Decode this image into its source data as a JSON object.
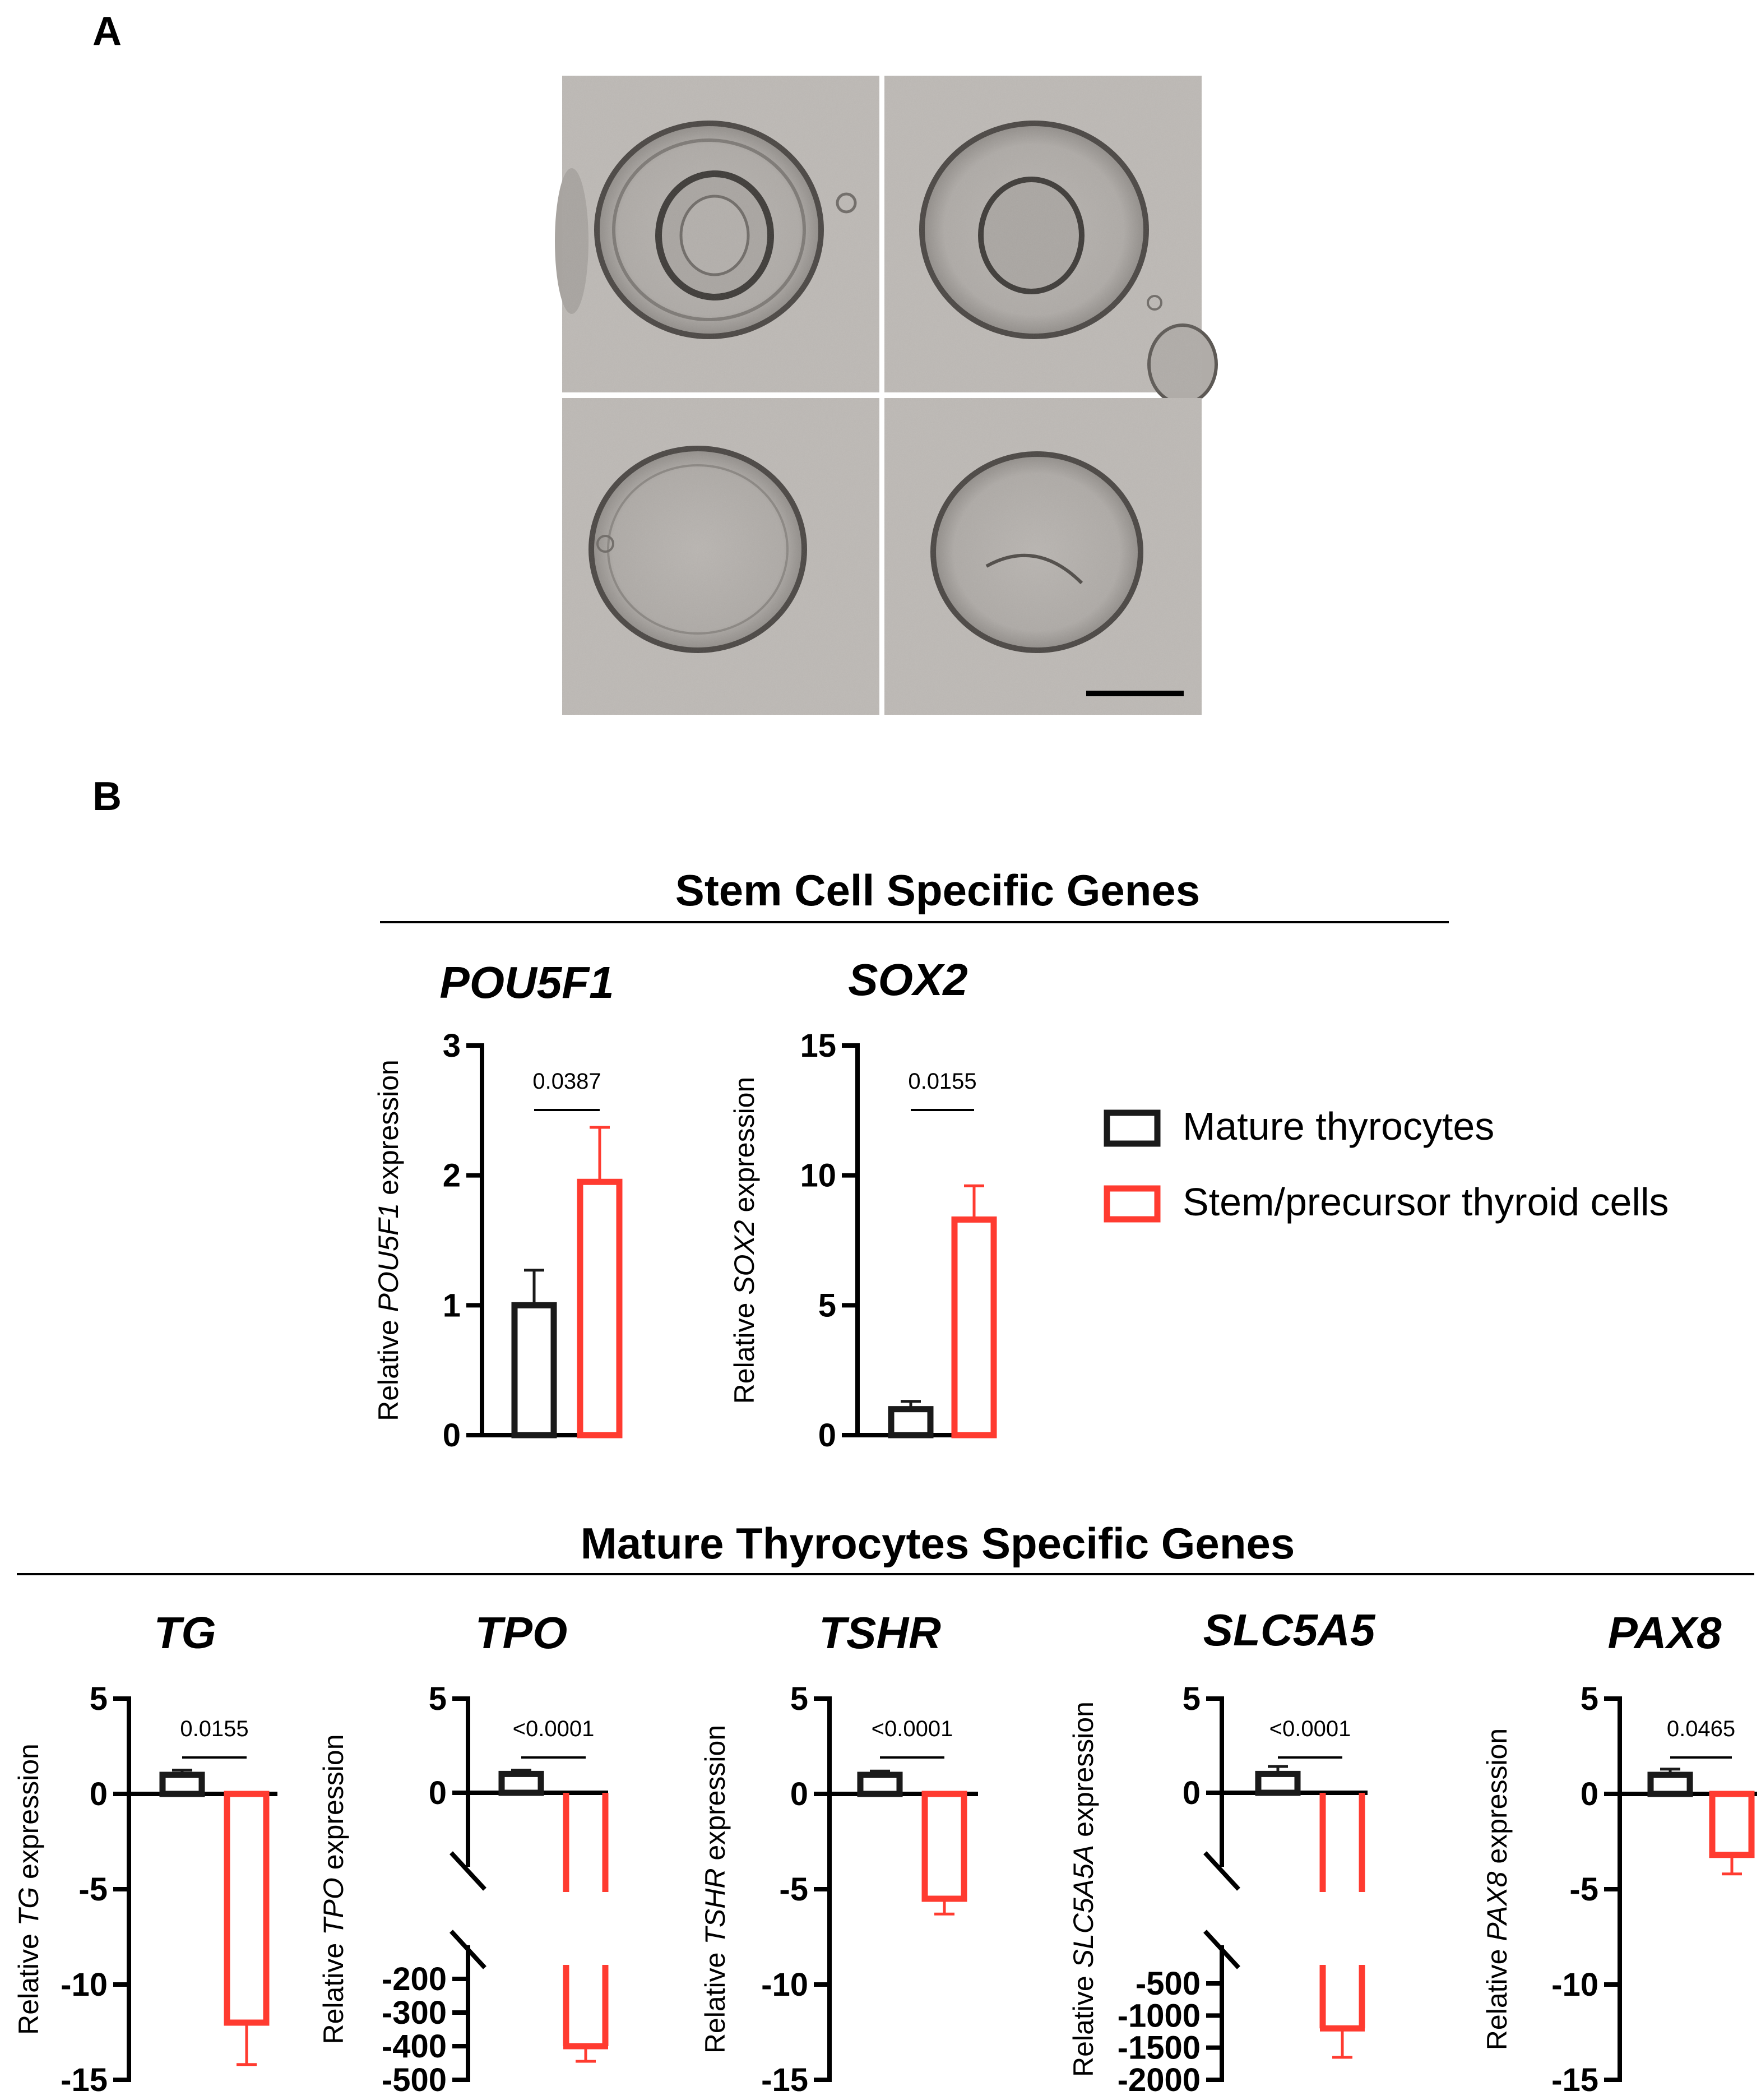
{
  "panel_a": {
    "label": "A",
    "micrographs": [
      "organoid-1",
      "organoid-2",
      "organoid-3",
      "organoid-4"
    ],
    "scale_bar": true
  },
  "panel_b": {
    "label": "B",
    "section_stem": "Stem Cell Specific Genes",
    "section_mature": "Mature Thyrocytes Specific Genes"
  },
  "legend": {
    "items": [
      {
        "label": "Mature thyrocytes",
        "color": "#1a1a1a"
      },
      {
        "label": "Stem/precursor thyroid cells",
        "color": "#ff3b30"
      }
    ]
  },
  "colors": {
    "mature": "#1a1a1a",
    "stem": "#ff3b30",
    "axis": "#000000"
  },
  "chart_data": [
    {
      "type": "bar",
      "title": "POU5F1",
      "ylabel_prefix": "Relative ",
      "ylabel_gene": "POU5F1",
      "ylabel_suffix": " expression",
      "series": [
        {
          "name": "Mature thyrocytes",
          "value": 1.0,
          "err": 0.27
        },
        {
          "name": "Stem/precursor thyroid cells",
          "value": 1.95,
          "err": 0.42
        }
      ],
      "ylim": [
        0,
        3
      ],
      "yticks": [
        0,
        1,
        2,
        3
      ],
      "p_value": "0.0387",
      "broken": false
    },
    {
      "type": "bar",
      "title": "SOX2",
      "ylabel_prefix": "Relative ",
      "ylabel_gene": "SOX2",
      "ylabel_suffix": " expression",
      "series": [
        {
          "name": "Mature thyrocytes",
          "value": 1.0,
          "err": 0.3
        },
        {
          "name": "Stem/precursor thyroid cells",
          "value": 8.3,
          "err": 1.3
        }
      ],
      "ylim": [
        0,
        15
      ],
      "yticks": [
        0,
        5,
        10,
        15
      ],
      "p_value": "0.0155",
      "broken": false
    },
    {
      "type": "bar",
      "title": "TG",
      "ylabel_prefix": "Relative ",
      "ylabel_gene": "TG",
      "ylabel_suffix": " expression",
      "series": [
        {
          "name": "Mature thyrocytes",
          "value": 1.0,
          "err": 0.25
        },
        {
          "name": "Stem/precursor thyroid cells",
          "value": -12.0,
          "err": 2.2
        }
      ],
      "ylim": [
        -15,
        5
      ],
      "yticks": [
        5,
        0,
        -5,
        -10,
        -15
      ],
      "p_value": "0.0155",
      "broken": false
    },
    {
      "type": "bar",
      "title": "TPO",
      "ylabel_prefix": "Relative ",
      "ylabel_gene": "TPO",
      "ylabel_suffix": " expression",
      "series": [
        {
          "name": "Mature thyrocytes",
          "value": 1.0,
          "err": 0.2
        },
        {
          "name": "Stem/precursor thyroid cells",
          "value": -400,
          "err": 45
        }
      ],
      "ylim_upper": [
        0,
        5
      ],
      "ylim_lower": [
        -500,
        -200
      ],
      "yticks_upper": [
        5,
        0
      ],
      "yticks_lower": [
        -200,
        -300,
        -400,
        -500
      ],
      "p_value": "<0.0001",
      "broken": true
    },
    {
      "type": "bar",
      "title": "TSHR",
      "ylabel_prefix": "Relative ",
      "ylabel_gene": "TSHR",
      "ylabel_suffix": " expression",
      "series": [
        {
          "name": "Mature thyrocytes",
          "value": 1.0,
          "err": 0.2
        },
        {
          "name": "Stem/precursor thyroid cells",
          "value": -5.5,
          "err": 0.8
        }
      ],
      "ylim": [
        -15,
        5
      ],
      "yticks": [
        5,
        0,
        -5,
        -10,
        -15
      ],
      "p_value": "<0.0001",
      "broken": false
    },
    {
      "type": "bar",
      "title": "SLC5A5",
      "ylabel_prefix": "Relative ",
      "ylabel_gene": "SLC5A5A",
      "ylabel_suffix": " expression",
      "series": [
        {
          "name": "Mature thyrocytes",
          "value": 1.0,
          "err": 0.4
        },
        {
          "name": "Stem/precursor thyroid cells",
          "value": -1200,
          "err": 450
        }
      ],
      "ylim_upper": [
        0,
        5
      ],
      "ylim_lower": [
        -2000,
        -500
      ],
      "yticks_upper": [
        5,
        0
      ],
      "yticks_lower": [
        -500,
        -1000,
        -1500,
        -2000
      ],
      "p_value": "<0.0001",
      "broken": true
    },
    {
      "type": "bar",
      "title": "PAX8",
      "ylabel_prefix": "Relative ",
      "ylabel_gene": "PAX8",
      "ylabel_suffix": " expression",
      "series": [
        {
          "name": "Mature thyrocytes",
          "value": 1.0,
          "err": 0.3
        },
        {
          "name": "Stem/precursor thyroid cells",
          "value": -3.2,
          "err": 1.0
        }
      ],
      "ylim": [
        -15,
        5
      ],
      "yticks": [
        5,
        0,
        -5,
        -10,
        -15
      ],
      "p_value": "0.0465",
      "broken": false
    }
  ]
}
